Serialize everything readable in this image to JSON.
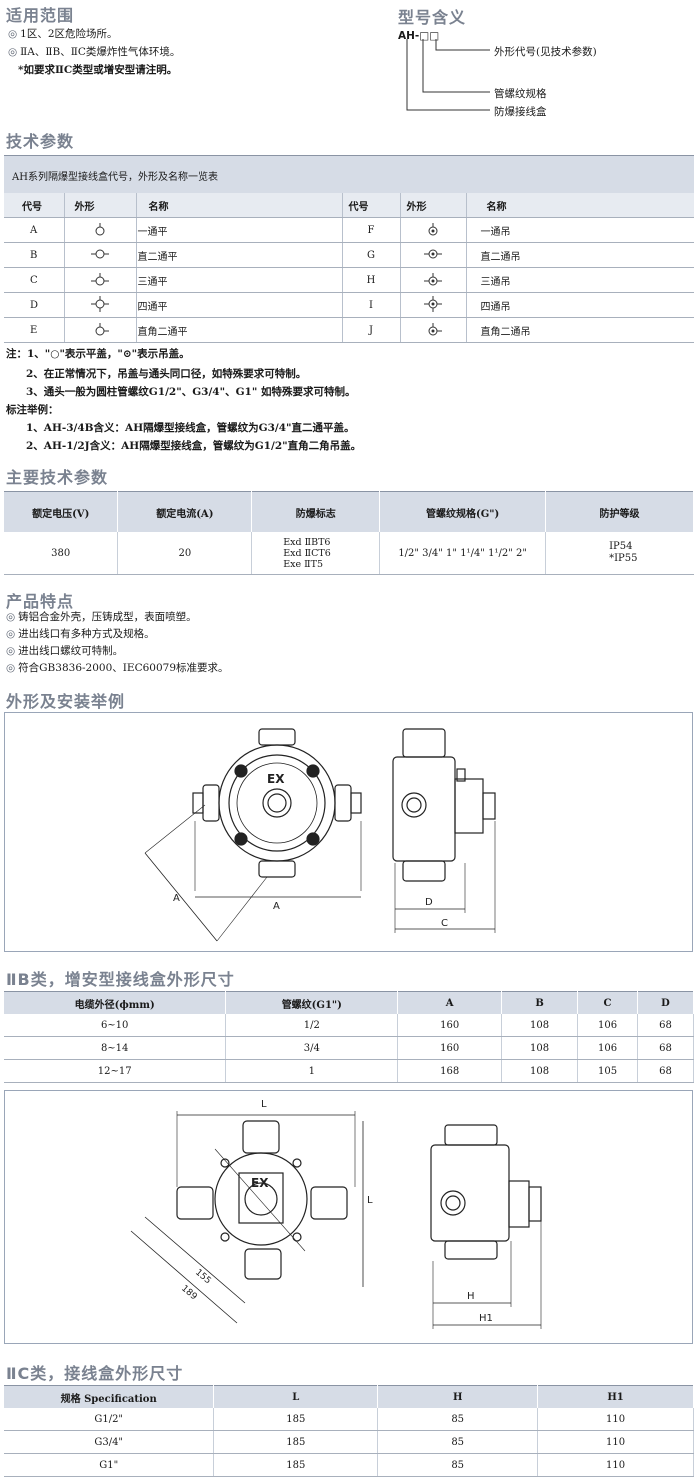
{
  "scope": {
    "title": "适用范围",
    "lines": [
      "1区、2区危险场所。",
      "ⅡA、ⅡB、ⅡC类爆炸性气体环境。"
    ],
    "note": "*如要求ⅡC类型或增安型请注明。"
  },
  "model_meaning": {
    "title": "型号含义",
    "model": "AH-□□",
    "labels": [
      "外形代号(见技术参数)",
      "管螺纹规格",
      "防爆接线盒"
    ]
  },
  "tech": {
    "title": "技术参数",
    "caption": "AH系列隔爆型接线盒代号，外形及名称一览表",
    "headers": [
      "代号",
      "外形",
      "名称",
      "代号",
      "外形",
      "名称"
    ],
    "rows": [
      {
        "code_l": "A",
        "name_l": "一通平",
        "code_r": "F",
        "name_r": "一通吊"
      },
      {
        "code_l": "B",
        "name_l": "直二通平",
        "code_r": "G",
        "name_r": "直二通吊"
      },
      {
        "code_l": "C",
        "name_l": "三通平",
        "code_r": "H",
        "name_r": "三通吊"
      },
      {
        "code_l": "D",
        "name_l": "四通平",
        "code_r": "I",
        "name_r": "四通吊"
      },
      {
        "code_l": "E",
        "name_l": "直角二通平",
        "code_r": "J",
        "name_r": "直角二通吊"
      }
    ],
    "notes": [
      "注：1、\"○\"表示平盖，\"⊙\"表示吊盖。",
      "2、在正常情况下，吊盖与通头同口径，如特殊要求可特制。",
      "3、通头一般为圆柱管螺纹G1/2\"、G3/4\"、G1\" 如特殊要求可特制。",
      "标注举例：",
      "1、AH-3/4B含义：AH隔爆型接线盒，管螺纹为G3/4\"直二通平盖。",
      "2、AH-1/2J含义：AH隔爆型接线盒，管螺纹为G1/2\"直角二角吊盖。"
    ]
  },
  "main_params": {
    "title": "主要技术参数",
    "headers": [
      "额定电压(V)",
      "额定电流(A)",
      "防爆标志",
      "管螺纹规格(G\")",
      "防护等级"
    ],
    "voltage": "380",
    "current": "20",
    "marks": [
      "Exd ⅡBT6",
      "Exd ⅡCT6",
      "Exe ⅡT5"
    ],
    "thread": "1/2\" 3/4\" 1\" 1¹/4\" 1¹/2\" 2\"",
    "protection": [
      "IP54",
      "*IP55"
    ]
  },
  "features": {
    "title": "产品特点",
    "lines": [
      "铸铝合金外壳，压铸成型，表面喷塑。",
      "进出线口有多种方式及规格。",
      "进出线口螺纹可特制。",
      "符合GB3836-2000、IEC60079标准要求。"
    ]
  },
  "install": {
    "title": "外形及安装举例",
    "drawing1": {
      "ex": "EX",
      "dims": [
        "A",
        "A",
        "D",
        "C"
      ]
    }
  },
  "iib": {
    "title": "ⅡB类，增安型接线盒外形尺寸",
    "headers": [
      "电缆外径(ϕmm)",
      "管螺纹(G1\")",
      "A",
      "B",
      "C",
      "D"
    ],
    "rows": [
      [
        "6~10",
        "1/2",
        "160",
        "108",
        "106",
        "68"
      ],
      [
        "8~14",
        "3/4",
        "160",
        "108",
        "106",
        "68"
      ],
      [
        "12~17",
        "1",
        "168",
        "108",
        "105",
        "68"
      ]
    ],
    "drawing2": {
      "ex": "EX",
      "dims": [
        "L",
        "L",
        "155",
        "189",
        "H",
        "H1"
      ]
    }
  },
  "iic": {
    "title": "ⅡC类，接线盒外形尺寸",
    "headers": [
      "规格 Specification",
      "L",
      "H",
      "H1"
    ],
    "rows": [
      [
        "G1/2\"",
        "185",
        "85",
        "110"
      ],
      [
        "G3/4\"",
        "185",
        "85",
        "110"
      ],
      [
        "G1\"",
        "185",
        "85",
        "110"
      ]
    ]
  }
}
